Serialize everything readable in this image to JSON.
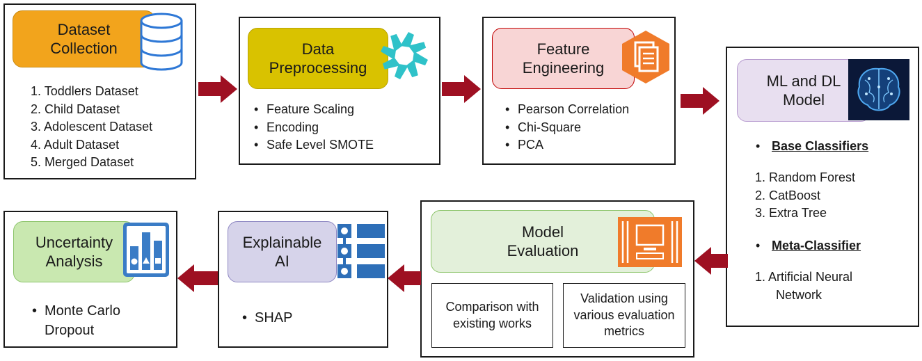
{
  "stages": {
    "dataset": {
      "title_lines": [
        "Dataset",
        "Collection"
      ],
      "items": [
        "1. Toddlers Dataset",
        "2. Child Dataset",
        "3. Adolescent Dataset",
        "4. Adult Dataset",
        "5. Merged Dataset"
      ],
      "icon": "database-icon",
      "color": "#F2A41C"
    },
    "preprocessing": {
      "title_lines": [
        "Data",
        "Preprocessing"
      ],
      "items": [
        "Feature Scaling",
        "Encoding",
        "Safe Level SMOTE"
      ],
      "icon": "gear-icon",
      "color": "#D9C200"
    },
    "feature_engineering": {
      "title_lines": [
        "Feature",
        "Engineering"
      ],
      "items": [
        "Pearson Correlation",
        "Chi-Square",
        "PCA"
      ],
      "icon": "documents-icon",
      "color": "#F8D5D5"
    },
    "model": {
      "title_lines": [
        "ML and DL",
        "Model"
      ],
      "base_header": "Base Classifiers",
      "base_items": [
        "1. Random Forest",
        "2. CatBoost",
        "3. Extra Tree"
      ],
      "meta_header": "Meta-Classifier",
      "meta_items": [
        "1. Artificial Neural",
        "Network"
      ],
      "icon": "brain-icon",
      "color": "#E8DFF0"
    },
    "evaluation": {
      "title_lines": [
        "Model",
        "Evaluation"
      ],
      "sub_left": [
        "Comparison with",
        "existing works"
      ],
      "sub_right": [
        "Validation using",
        "various evaluation",
        "metrics"
      ],
      "icon": "computer-icon",
      "color": "#E3F0DA"
    },
    "xai": {
      "title_lines": [
        "Explainable",
        "AI"
      ],
      "items": [
        "SHAP"
      ],
      "icon": "list-icon",
      "color": "#D6D3EA"
    },
    "uncertainty": {
      "title_lines": [
        "Uncertainty",
        "Analysis"
      ],
      "items": [
        "Monte Carlo",
        "Dropout"
      ],
      "icon": "bar-chart-icon",
      "color": "#C9E8B0"
    }
  },
  "arrow_color": "#9E1022"
}
